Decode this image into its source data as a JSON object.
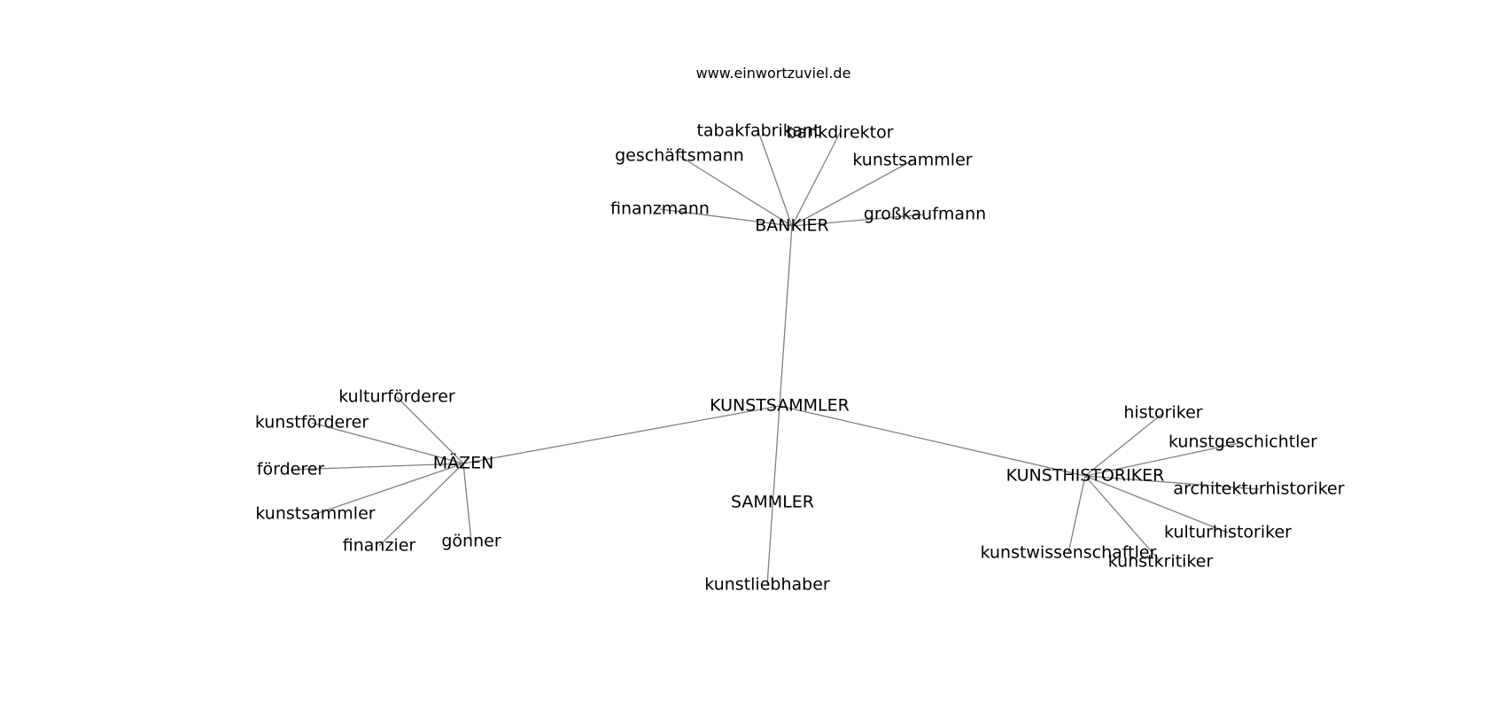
{
  "title": "www.einwortzuviel.de",
  "edge_color": "#808080",
  "text_color": "#000000",
  "nodes": [
    {
      "id": "kunstsammler_hub",
      "label": "KUNSTSAMMLER"
    },
    {
      "id": "bankier",
      "label": "BANKIER"
    },
    {
      "id": "maezen",
      "label": "MÄZEN"
    },
    {
      "id": "kunsthistoriker",
      "label": "KUNSTHISTORIKER"
    },
    {
      "id": "sammler",
      "label": "SAMMLER"
    },
    {
      "id": "kunstliebhaber",
      "label": "kunstliebhaber"
    },
    {
      "id": "tabakfabrikant",
      "label": "tabakfabrikant"
    },
    {
      "id": "bankdirektor",
      "label": "bankdirektor"
    },
    {
      "id": "geschaeftsmann",
      "label": "geschäftsmann"
    },
    {
      "id": "kunstsammler_b",
      "label": "kunstsammler"
    },
    {
      "id": "finanzmann",
      "label": "finanzmann"
    },
    {
      "id": "grosskaufmann",
      "label": "großkaufmann"
    },
    {
      "id": "kulturfoerderer",
      "label": "kulturförderer"
    },
    {
      "id": "kunstfoerderer",
      "label": "kunstförderer"
    },
    {
      "id": "foerderer",
      "label": "förderer"
    },
    {
      "id": "kunstsammler_m",
      "label": "kunstsammler"
    },
    {
      "id": "finanzier",
      "label": "finanzier"
    },
    {
      "id": "goenner",
      "label": "gönner"
    },
    {
      "id": "historiker",
      "label": "historiker"
    },
    {
      "id": "kunstgeschichtler",
      "label": "kunstgeschichtler"
    },
    {
      "id": "architekturhistoriker",
      "label": "architekturhistoriker"
    },
    {
      "id": "kulturhistoriker",
      "label": "kulturhistoriker"
    },
    {
      "id": "kunstwissenschaftler",
      "label": "kunstwissenschaftler"
    },
    {
      "id": "kunstkritiker",
      "label": "kunstkritiker"
    }
  ],
  "edges": [
    [
      "kunstsammler_hub",
      "bankier"
    ],
    [
      "kunstsammler_hub",
      "maezen"
    ],
    [
      "kunstsammler_hub",
      "kunsthistoriker"
    ],
    [
      "kunstsammler_hub",
      "kunstliebhaber"
    ],
    [
      "bankier",
      "tabakfabrikant"
    ],
    [
      "bankier",
      "bankdirektor"
    ],
    [
      "bankier",
      "geschaeftsmann"
    ],
    [
      "bankier",
      "kunstsammler_b"
    ],
    [
      "bankier",
      "finanzmann"
    ],
    [
      "bankier",
      "grosskaufmann"
    ],
    [
      "maezen",
      "kulturfoerderer"
    ],
    [
      "maezen",
      "kunstfoerderer"
    ],
    [
      "maezen",
      "foerderer"
    ],
    [
      "maezen",
      "kunstsammler_m"
    ],
    [
      "maezen",
      "finanzier"
    ],
    [
      "maezen",
      "goenner"
    ],
    [
      "kunsthistoriker",
      "historiker"
    ],
    [
      "kunsthistoriker",
      "kunstgeschichtler"
    ],
    [
      "kunsthistoriker",
      "architekturhistoriker"
    ],
    [
      "kunsthistoriker",
      "kulturhistoriker"
    ],
    [
      "kunsthistoriker",
      "kunstwissenschaftler"
    ],
    [
      "kunsthistoriker",
      "kunstkritiker"
    ]
  ]
}
